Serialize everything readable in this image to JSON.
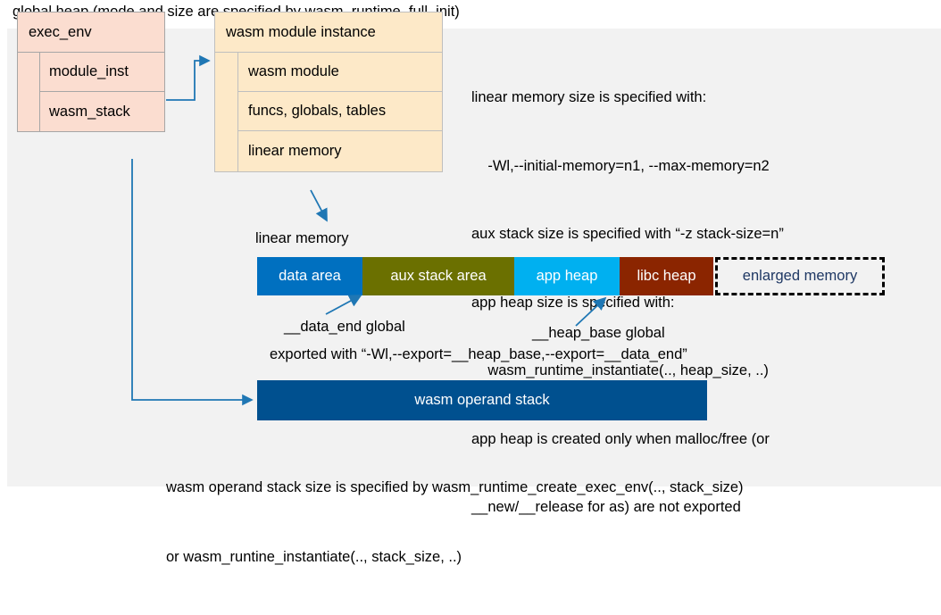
{
  "title": "global heap (mode and size are specified by wasm_runtime_full_init)",
  "exec_env": {
    "header": "exec_env",
    "rows": [
      {
        "label": "module_inst"
      },
      {
        "label": "wasm_stack"
      }
    ]
  },
  "module_instance": {
    "header": "wasm module instance",
    "rows": [
      {
        "label": "wasm module"
      },
      {
        "label": "funcs, globals, tables"
      },
      {
        "label": "linear memory"
      }
    ]
  },
  "notes": [
    "linear memory size is specified with:",
    "    -Wl,--initial-memory=n1, --max-memory=n2",
    "aux stack size is specified with “-z stack-size=n”",
    "app heap size is specified with:",
    "    wasm_runtime_instantiate(.., heap_size, ..)",
    "app heap is created only when malloc/free (or",
    "__new/__release for as) are not exported"
  ],
  "linear_memory": {
    "label": "linear memory",
    "segments": [
      {
        "name": "data-area",
        "label": "data area",
        "color": "#0070c0",
        "width": 118
      },
      {
        "name": "aux-stack-area",
        "label": "aux stack area",
        "color": "#6b7000",
        "width": 170
      },
      {
        "name": "app-heap",
        "label": "app heap",
        "color": "#00b0f0",
        "width": 118
      },
      {
        "name": "libc-heap",
        "label": "libc heap",
        "color": "#8b2500",
        "width": 105
      },
      {
        "name": "enlarged-memory",
        "label": "enlarged memory",
        "color": "#f2f2f2",
        "width": 190
      }
    ]
  },
  "annotations": {
    "data_end": "__data_end global",
    "heap_base": "__heap_base global",
    "exported": "exported with “-Wl,--export=__heap_base,--export=__data_end”"
  },
  "operand_stack": {
    "label": "wasm operand stack",
    "color": "#00508f"
  },
  "bottom_notes": [
    "wasm operand stack size is specified by wasm_runtime_create_exec_env(.., stack_size)",
    "or wasm_runtine_instantiate(.., stack_size, ..)"
  ],
  "colors": {
    "panel": "#f2f2f2",
    "exec_env_fill": "#fbddd0",
    "module_instance_fill": "#fde9c8",
    "arrow": "#1f77b4"
  }
}
